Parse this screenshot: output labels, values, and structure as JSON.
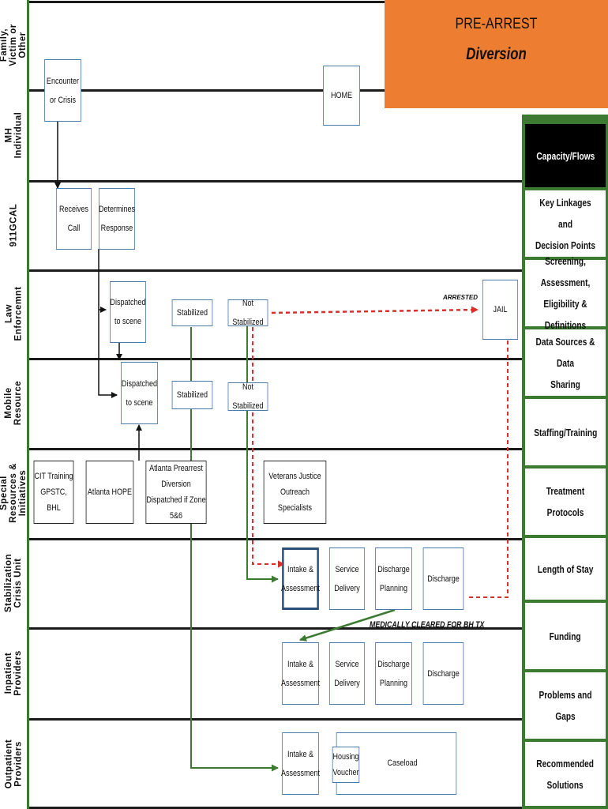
{
  "banner": {
    "title": "PRE-ARREST",
    "subtitle": "Diversion"
  },
  "lanes": [
    "Family,\nVictim or\nOther",
    "MH\nIndividual",
    "911GCAL",
    "Law\nEnforcemnt",
    "Mobile\nResource",
    "Special\nResources &\nInitiatives",
    "Stabilization\nCrisis Unit",
    "Inpatient\nProviders",
    "Outpatient\nProviders"
  ],
  "nodes": {
    "encounter": "Encounter\nor Crisis",
    "home": "HOME",
    "receives_call": "Receives\nCall",
    "determines_response": "Determines\nResponse",
    "le_dispatched": "Dispatched\nto scene",
    "le_stabilized": "Stabilized",
    "le_not_stabilized": "Not Stabilized",
    "jail": "JAIL",
    "mr_dispatched": "Dispatched\nto scene",
    "mr_stabilized": "Stabilized",
    "mr_not_stabilized": "Not Stabilized",
    "cit_training": "CIT Training\nGPSTC, BHL",
    "atlanta_hope": "Atlanta HOPE",
    "atlanta_prearrest": "Atlanta Prearrest\nDiversion\nDispatched if Zone 5&6",
    "veterans_justice": "Veterans Justice\nOutreach Specialists",
    "scu_intake": "Intake &\nAssessment",
    "scu_service": "Service\nDelivery",
    "scu_planning": "Discharge\nPlanning",
    "scu_discharge": "Discharge",
    "ip_intake": "Intake &\nAssessment",
    "ip_service": "Service\nDelivery",
    "ip_planning": "Discharge\nPlanning",
    "ip_discharge": "Discharge",
    "op_intake": "Intake &\nAssessment",
    "op_housing": "Housing\nVoucher",
    "op_caseload": "Caseload"
  },
  "notes": {
    "arrested": "ARRESTED",
    "medically_cleared": "MEDICALLY CLEARED FOR BH TX"
  },
  "sidebar": [
    "Capacity/Flows",
    "Key Linkages and\nDecision Points",
    "Screening, Assessment,\nEligibility & Definitions",
    "Data Sources & Data\nSharing",
    "Staffing/Training",
    "Treatment Protocols",
    "Length of Stay",
    "Funding",
    "Problems and Gaps",
    "Recommended\nSolutions"
  ],
  "colors": {
    "banner": "#ed7d31",
    "frame_green": "#3c7a31",
    "box_border": "#4a78a8",
    "dashed_red": "#d9302c",
    "flow_green": "#3c7a31"
  }
}
